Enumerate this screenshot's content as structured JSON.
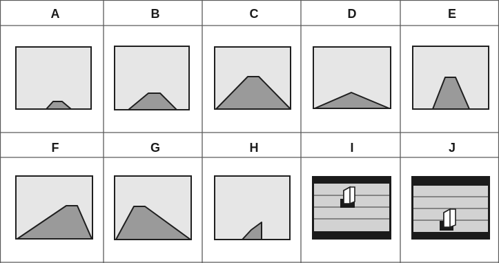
{
  "panels": [
    {
      "label": "A",
      "kind": "mountain-small-far"
    },
    {
      "label": "B",
      "kind": "mountain-small-near"
    },
    {
      "label": "C",
      "kind": "mountain-large-center"
    },
    {
      "label": "D",
      "kind": "mountain-wide-low"
    },
    {
      "label": "E",
      "kind": "mountain-narrow-tall"
    },
    {
      "label": "F",
      "kind": "mountain-shifted-right"
    },
    {
      "label": "G",
      "kind": "mountain-shifted-left"
    },
    {
      "label": "H",
      "kind": "mountain-partial-corner"
    },
    {
      "label": "I",
      "kind": "striped-room-door-upper"
    },
    {
      "label": "J",
      "kind": "striped-room-door-lower"
    }
  ],
  "colors": {
    "frame_fill": "#e6e6e6",
    "shape_fill": "#9a9a9a",
    "band_fill": "#d2d2d2",
    "dark": "#1b1b1b"
  }
}
